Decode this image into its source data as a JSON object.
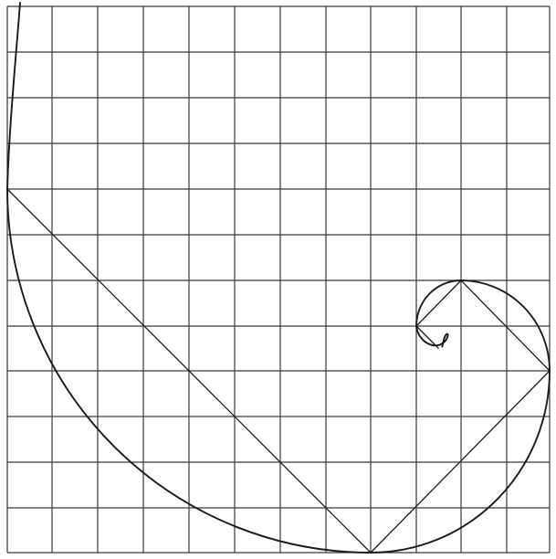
{
  "diagram": {
    "grid": {
      "columns": 12,
      "rows": 12,
      "line_color": "#3a3a3a"
    },
    "curve_color": "#1a1a1a",
    "spiral_vertices": [
      [
        0,
        4
      ],
      [
        8,
        12
      ],
      [
        12,
        8
      ],
      [
        10,
        6
      ],
      [
        9,
        7
      ]
    ],
    "spiral_turn": "clockwise",
    "chord_path": [
      [
        0,
        4
      ],
      [
        8,
        12
      ],
      [
        12,
        8
      ],
      [
        10,
        6
      ],
      [
        9,
        7
      ],
      [
        9.5,
        7.5
      ]
    ],
    "hook_end": [
      9.6,
      7.4
    ]
  }
}
